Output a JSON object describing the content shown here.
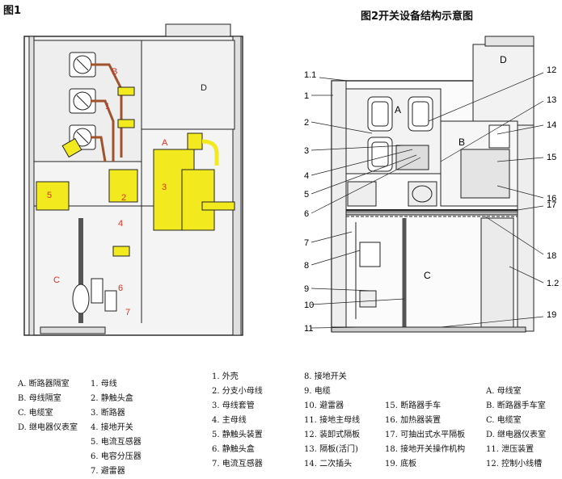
{
  "figure1": {
    "title": "图1",
    "labels": [
      "A",
      "B",
      "C",
      "D",
      "1",
      "2",
      "3",
      "4",
      "5",
      "6",
      "7"
    ],
    "legend_left": [
      "A. 断路器隔室",
      "B. 母线隔室",
      "C. 电缆室",
      "D. 继电器仪表室"
    ],
    "legend_right": [
      "1. 母线",
      "2. 静触头盒",
      "3. 断路器",
      "4. 接地开关",
      "5. 电流互感器",
      "6. 电容分压器",
      "7. 避雷器"
    ]
  },
  "figure2": {
    "title": "图2开关设备结构示意图",
    "left_numbers": [
      "1.1",
      "1",
      "2",
      "3",
      "4",
      "5",
      "6",
      "7",
      "8",
      "9",
      "10",
      "11"
    ],
    "right_numbers": [
      "12",
      "13",
      "14",
      "15",
      "16",
      "17",
      "18",
      "1.2",
      "19"
    ],
    "room_labels": [
      "A",
      "B",
      "C",
      "D"
    ],
    "legend_col1": [
      "1. 外壳",
      "2. 分支小母线",
      "3. 母线套管",
      "4. 主母线",
      "5. 静触头装置",
      "6. 静触头盒",
      "7. 电流互感器"
    ],
    "legend_col2": [
      "8. 接地开关",
      "9. 电缆",
      "10. 避雷器",
      "11. 接地主母线",
      "12. 装卸式隔板",
      "13. 隔板(活门)",
      "14. 二次插头"
    ],
    "legend_col3": [
      "15. 断路器手车",
      "16. 加热器装置",
      "17. 可抽出式水平隔板",
      "18. 接地开关操作机构",
      "19. 底板"
    ],
    "legend_col4": [
      "A. 母线室",
      "B. 断路器手车室",
      "C. 电缆室",
      "D. 继电器仪表室",
      "11. 泄压装置",
      "12. 控制小线槽"
    ]
  },
  "colors": {
    "yellow": "#f2ea1e",
    "panel": "#ececec",
    "outline": "#222222",
    "red_label": "#e0301e",
    "copper": "#a0522d"
  }
}
